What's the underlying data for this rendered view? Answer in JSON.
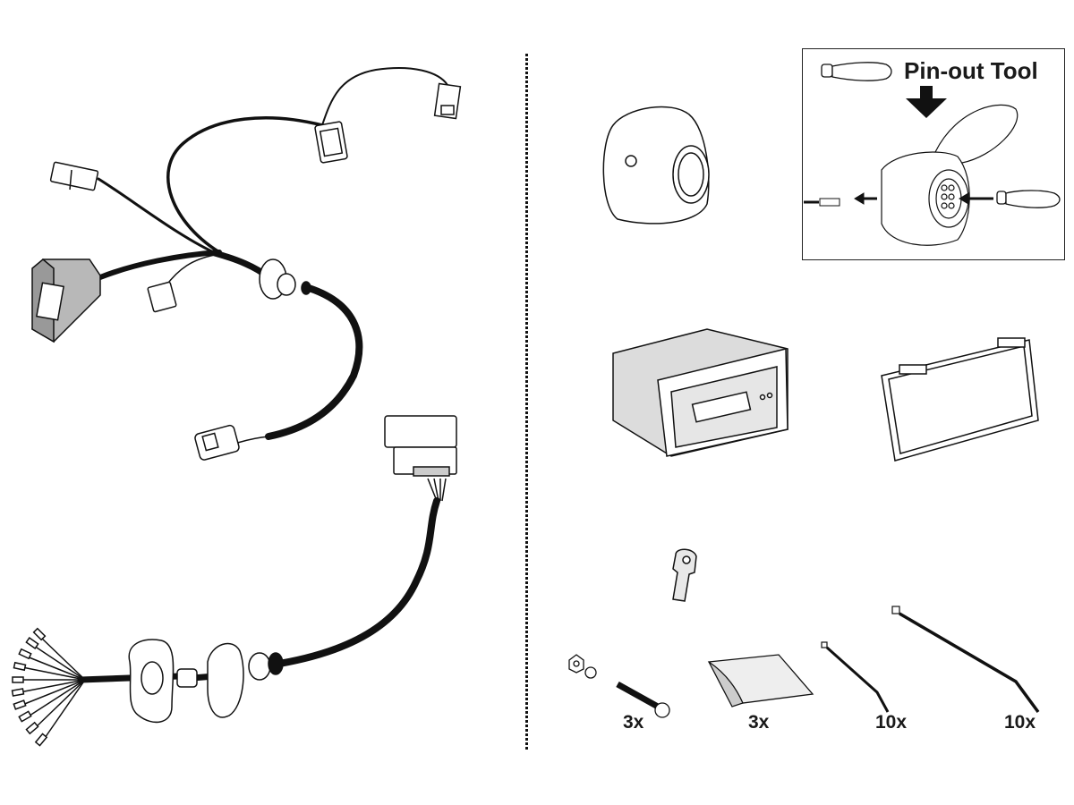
{
  "title": "Towbar wiring kit contents",
  "colors": {
    "line": "#111111",
    "fill_grey": "#d8d8d8",
    "cable": "#111111",
    "background": "#ffffff"
  },
  "pinout_tool": {
    "label": "Pin-out Tool"
  },
  "components": [
    {
      "name": "vehicle-wiring-harness"
    },
    {
      "name": "trailer-socket-cable-with-gaskets"
    },
    {
      "name": "13-pin-socket-housing"
    },
    {
      "name": "control-module"
    },
    {
      "name": "module-mounting-bracket"
    },
    {
      "name": "earth-terminal"
    }
  ],
  "parts": [
    {
      "name": "bolt-nut-washer",
      "quantity": "3x"
    },
    {
      "name": "adhesive-pad",
      "quantity": "3x"
    },
    {
      "name": "cable-tie-short",
      "quantity": "10x"
    },
    {
      "name": "cable-tie-long",
      "quantity": "10x"
    }
  ]
}
